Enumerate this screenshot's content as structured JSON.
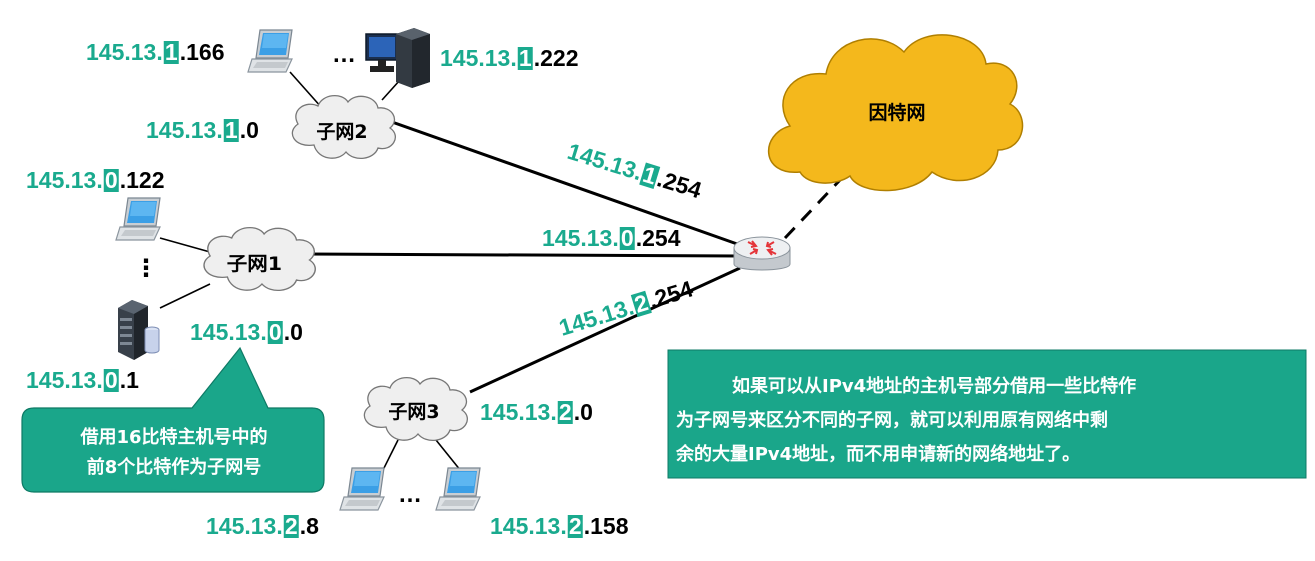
{
  "colors": {
    "teal": "#1aaa8e",
    "callout_fill": "#1aa68a",
    "internet_fill": "#f4b81c",
    "cloud_fill": "#efefef"
  },
  "clouds": {
    "internet": "因特网",
    "subnet1": "子网1",
    "subnet2": "子网2",
    "subnet3": "子网3"
  },
  "ellipsis": "…",
  "vertical_ellipsis": "⋮",
  "ips": {
    "s2_host1": {
      "net": "145.13.",
      "sub": "1",
      "host": ".166"
    },
    "s2_host2": {
      "net": "145.13.",
      "sub": "1",
      "host": ".222"
    },
    "s2_network": {
      "net": "145.13.",
      "sub": "1",
      "host": ".0"
    },
    "s1_host1": {
      "net": "145.13.",
      "sub": "0",
      "host": ".122"
    },
    "s1_network": {
      "net": "145.13.",
      "sub": "0",
      "host": ".0"
    },
    "s1_host2": {
      "net": "145.13.",
      "sub": "0",
      "host": ".1"
    },
    "r_if1": {
      "net": "145.13.",
      "sub": "1",
      "host": ".254"
    },
    "r_if0": {
      "net": "145.13.",
      "sub": "0",
      "host": ".254"
    },
    "r_if2": {
      "net": "145.13.",
      "sub": "2",
      "host": ".254"
    },
    "s3_network": {
      "net": "145.13.",
      "sub": "2",
      "host": ".0"
    },
    "s3_host1": {
      "net": "145.13.",
      "sub": "2",
      "host": ".8"
    },
    "s3_host2": {
      "net": "145.13.",
      "sub": "2",
      "host": ".158"
    }
  },
  "callout": {
    "line1": "借用16比特主机号中的",
    "line2": "前8个比特作为子网号"
  },
  "note": {
    "line1": "如果可以从IPv4地址的主机号部分借用一些比特作",
    "line2": "为子网号来区分不同的子网，就可以利用原有网络中剩",
    "line3": "余的大量IPv4地址，而不用申请新的网络地址了。"
  }
}
